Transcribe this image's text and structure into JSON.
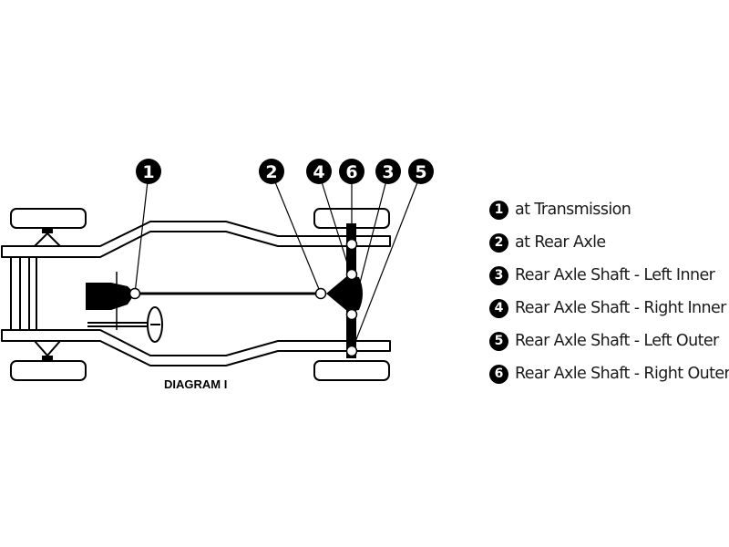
{
  "diagram": {
    "caption": "DIAGRAM I",
    "callouts": [
      {
        "number": "1"
      },
      {
        "number": "2"
      },
      {
        "number": "4"
      },
      {
        "number": "6"
      },
      {
        "number": "3"
      },
      {
        "number": "5"
      }
    ]
  },
  "legend": {
    "items": [
      {
        "number": "1",
        "text": "at Transmission"
      },
      {
        "number": "2",
        "text": "at Rear Axle"
      },
      {
        "number": "3",
        "text": "Rear Axle Shaft - Left Inner"
      },
      {
        "number": "4",
        "text": "Rear Axle Shaft - Right Inner"
      },
      {
        "number": "5",
        "text": "Rear Axle Shaft - Left Outer"
      },
      {
        "number": "6",
        "text": "Rear Axle Shaft - Right Outer"
      }
    ]
  }
}
